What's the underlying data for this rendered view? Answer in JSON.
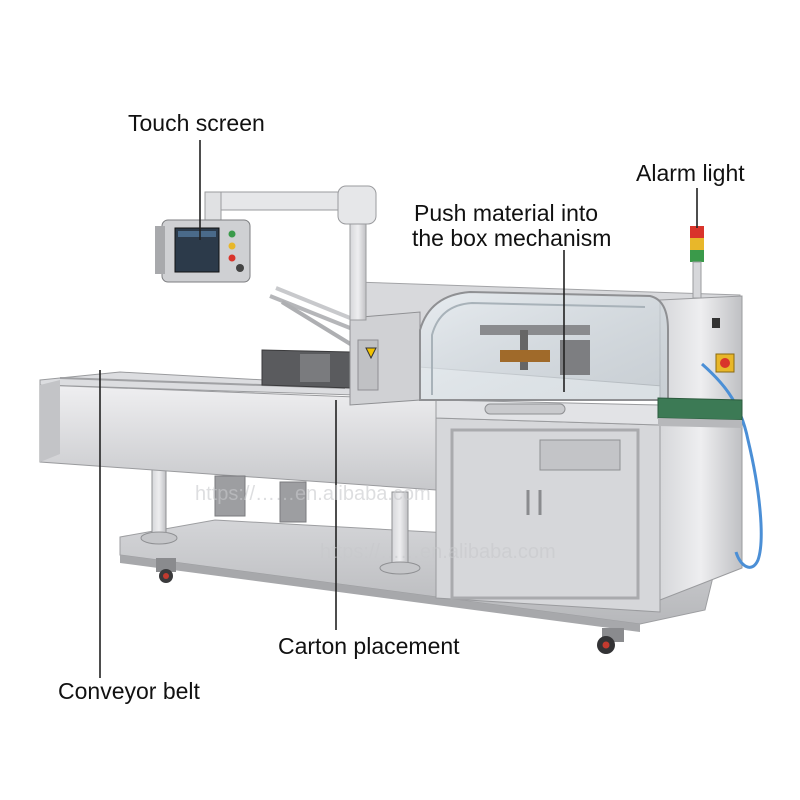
{
  "labels": {
    "touch_screen": "Touch screen",
    "alarm_light": "Alarm light",
    "push_material_line1": "Push material into",
    "push_material_line2": "the box mechanism",
    "carton_placement": "Carton placement",
    "conveyor_belt": "Conveyor belt"
  },
  "watermark": "https://……en.alibaba.com",
  "colors": {
    "stainless_light": "#e4e4e6",
    "stainless_mid": "#c9cacd",
    "stainless_dark": "#9a9b9e",
    "conveyor_green": "#3c7a55",
    "alarm_red": "#d9342b",
    "alarm_yellow": "#e8b72a",
    "alarm_green": "#3a9a4a",
    "hose_blue": "#4b8fd6",
    "label_text": "#111111"
  }
}
